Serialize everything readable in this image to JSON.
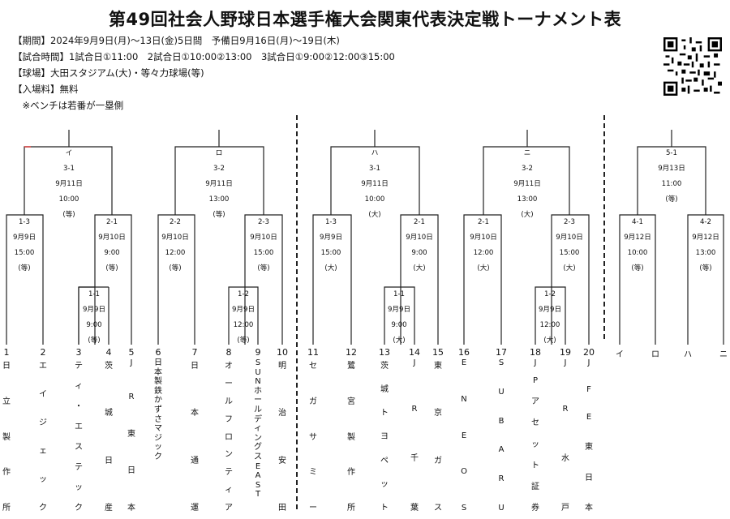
{
  "header": {
    "title": "第49回社会人野球日本選手権大会関東代表決定戦トーナメント表",
    "info": [
      "【期間】2024年9月9日(月)～13日(金)5日間　予備日9月16日(月)～19日(木)",
      "【試合時間】1試合日①11:00　2試合日①10:00②13:00　3試合日①9:00②12:00③15:00",
      "【球場】大田スタジアム(大)・等々力球場(等)",
      "【入場料】無料",
      "　※ベンチは若番が一塁側"
    ]
  },
  "matches": {
    "i": [
      "イ",
      "3-1",
      "9月11日",
      "10:00",
      "(等)"
    ],
    "ro": [
      "ロ",
      "3-2",
      "9月11日",
      "13:00",
      "(等)"
    ],
    "ha": [
      "ハ",
      "3-1",
      "9月11日",
      "10:00",
      "(大)"
    ],
    "ni": [
      "ニ",
      "3-2",
      "9月11日",
      "13:00",
      "(大)"
    ],
    "final": [
      "5-1",
      "9月13日",
      "11:00",
      "(等)"
    ],
    "a1": [
      "1-3",
      "9月9日",
      "15:00",
      "(等)"
    ],
    "a2": [
      "2-1",
      "9月10日",
      "9:00",
      "(等)"
    ],
    "a3": [
      "1-1",
      "9月9日",
      "9:00",
      "(等)"
    ],
    "b1": [
      "2-2",
      "9月10日",
      "12:00",
      "(等)"
    ],
    "b2": [
      "2-3",
      "9月10日",
      "15:00",
      "(等)"
    ],
    "b3": [
      "1-2",
      "9月9日",
      "12:00",
      "(等)"
    ],
    "c1": [
      "1-3",
      "9月9日",
      "15:00",
      "(大)"
    ],
    "c2": [
      "2-1",
      "9月10日",
      "9:00",
      "(大)"
    ],
    "c3": [
      "1-1",
      "9月9日",
      "9:00",
      "(大)"
    ],
    "d1": [
      "2-1",
      "9月10日",
      "12:00",
      "(大)"
    ],
    "d2": [
      "2-3",
      "9月10日",
      "15:00",
      "(大)"
    ],
    "d3": [
      "1-2",
      "9月9日",
      "12:00",
      "(大)"
    ],
    "s1": [
      "4-1",
      "9月12日",
      "10:00",
      "(等)"
    ],
    "s2": [
      "4-2",
      "9月12日",
      "13:00",
      "(等)"
    ]
  },
  "teams": [
    {
      "num": "1",
      "name": [
        "日",
        "立",
        "製",
        "作",
        "所"
      ]
    },
    {
      "num": "2",
      "name": [
        "エ",
        "イ",
        "ジ",
        "ェ",
        "ッ",
        "ク"
      ]
    },
    {
      "num": "3",
      "name": [
        "テ",
        "ィ",
        "・",
        "エ",
        "ス",
        "テ",
        "ッ",
        "ク"
      ]
    },
    {
      "num": "4",
      "name": [
        "茨",
        "城",
        "日",
        "産"
      ]
    },
    {
      "num": "5",
      "name": [
        "J",
        "R",
        "東",
        "日",
        "本"
      ]
    },
    {
      "num": "6",
      "name": [
        "日",
        "本",
        "製",
        "鉄",
        "か",
        "ず",
        "さ",
        "マ",
        "ジ",
        "ッ",
        "ク"
      ]
    },
    {
      "num": "7",
      "name": [
        "日",
        "本",
        "通",
        "運"
      ]
    },
    {
      "num": "8",
      "name": [
        "オ",
        "ー",
        "ル",
        "フ",
        "ロ",
        "ン",
        "テ",
        "ィ",
        "ア"
      ]
    },
    {
      "num": "9",
      "name": [
        "S",
        "U",
        "N",
        "ホ",
        "ー",
        "ル",
        "デ",
        "ィ",
        "ン",
        "グ",
        "ス",
        "E",
        "A",
        "S",
        "T"
      ]
    },
    {
      "num": "10",
      "name": [
        "明",
        "治",
        "安",
        "田"
      ]
    },
    {
      "num": "11",
      "name": [
        "セ",
        "ガ",
        "サ",
        "ミ",
        "ー"
      ]
    },
    {
      "num": "12",
      "name": [
        "鷺",
        "宮",
        "製",
        "作",
        "所"
      ]
    },
    {
      "num": "13",
      "name": [
        "茨",
        "城",
        "ト",
        "ヨ",
        "ペ",
        "ッ",
        "ト"
      ]
    },
    {
      "num": "14",
      "name": [
        "J",
        "R",
        "千",
        "葉"
      ]
    },
    {
      "num": "15",
      "name": [
        "東",
        "京",
        "ガ",
        "ス"
      ]
    },
    {
      "num": "16",
      "name": [
        "E",
        "N",
        "E",
        "O",
        "S"
      ]
    },
    {
      "num": "17",
      "name": [
        "S",
        "U",
        "B",
        "A",
        "R",
        "U"
      ]
    },
    {
      "num": "18",
      "name": [
        "J",
        "P",
        "ア",
        "セ",
        "ッ",
        "ト",
        "証",
        "券"
      ]
    },
    {
      "num": "19",
      "name": [
        "J",
        "R",
        "水",
        "戸"
      ]
    },
    {
      "num": "20",
      "name": [
        "J",
        "F",
        "E",
        "東",
        "日",
        "本"
      ]
    }
  ],
  "second_round_slots": [
    "イ",
    "ロ",
    "ハ",
    "ニ"
  ]
}
